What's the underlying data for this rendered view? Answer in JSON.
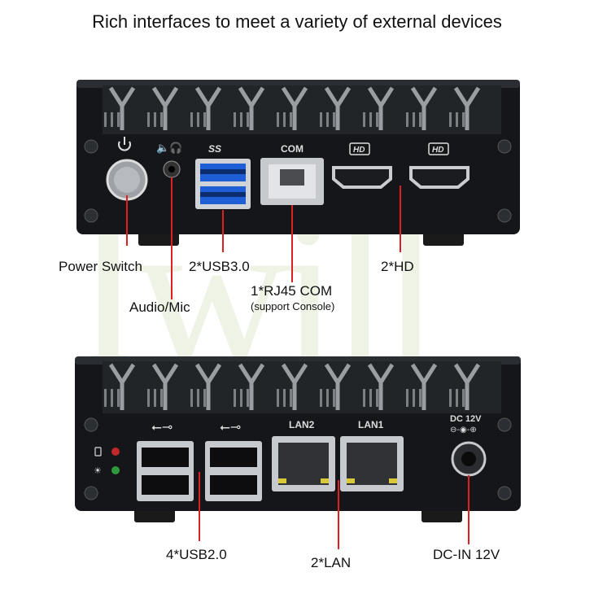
{
  "title": "Rich interfaces to meet a variety of external devices",
  "watermark": "Iwill",
  "top_device": {
    "port_labels": {
      "ss_usb": "SS",
      "com": "COM",
      "hd1": "HD",
      "hd2": "HD"
    },
    "callouts": {
      "power_switch": "Power Switch",
      "audio_mic": "Audio/Mic",
      "usb3": "2*USB3.0",
      "rj45_com": "1*RJ45 COM",
      "rj45_com_sub": "(support Console)",
      "hd": "2*HD"
    }
  },
  "bottom_device": {
    "port_labels": {
      "lan2": "LAN2",
      "lan1": "LAN1",
      "dc": "DC 12V"
    },
    "callouts": {
      "usb2": "4*USB2.0",
      "lan": "2*LAN",
      "dc_in": "DC-IN 12V"
    }
  },
  "colors": {
    "chassis": "#14161a",
    "fins": "#9a9ea3",
    "usb3_blue": "#1f5fd6",
    "leader_red": "#e02020",
    "led_red": "#c0282a",
    "led_green": "#2f9a3c",
    "lan_led": "#d8c83a"
  }
}
